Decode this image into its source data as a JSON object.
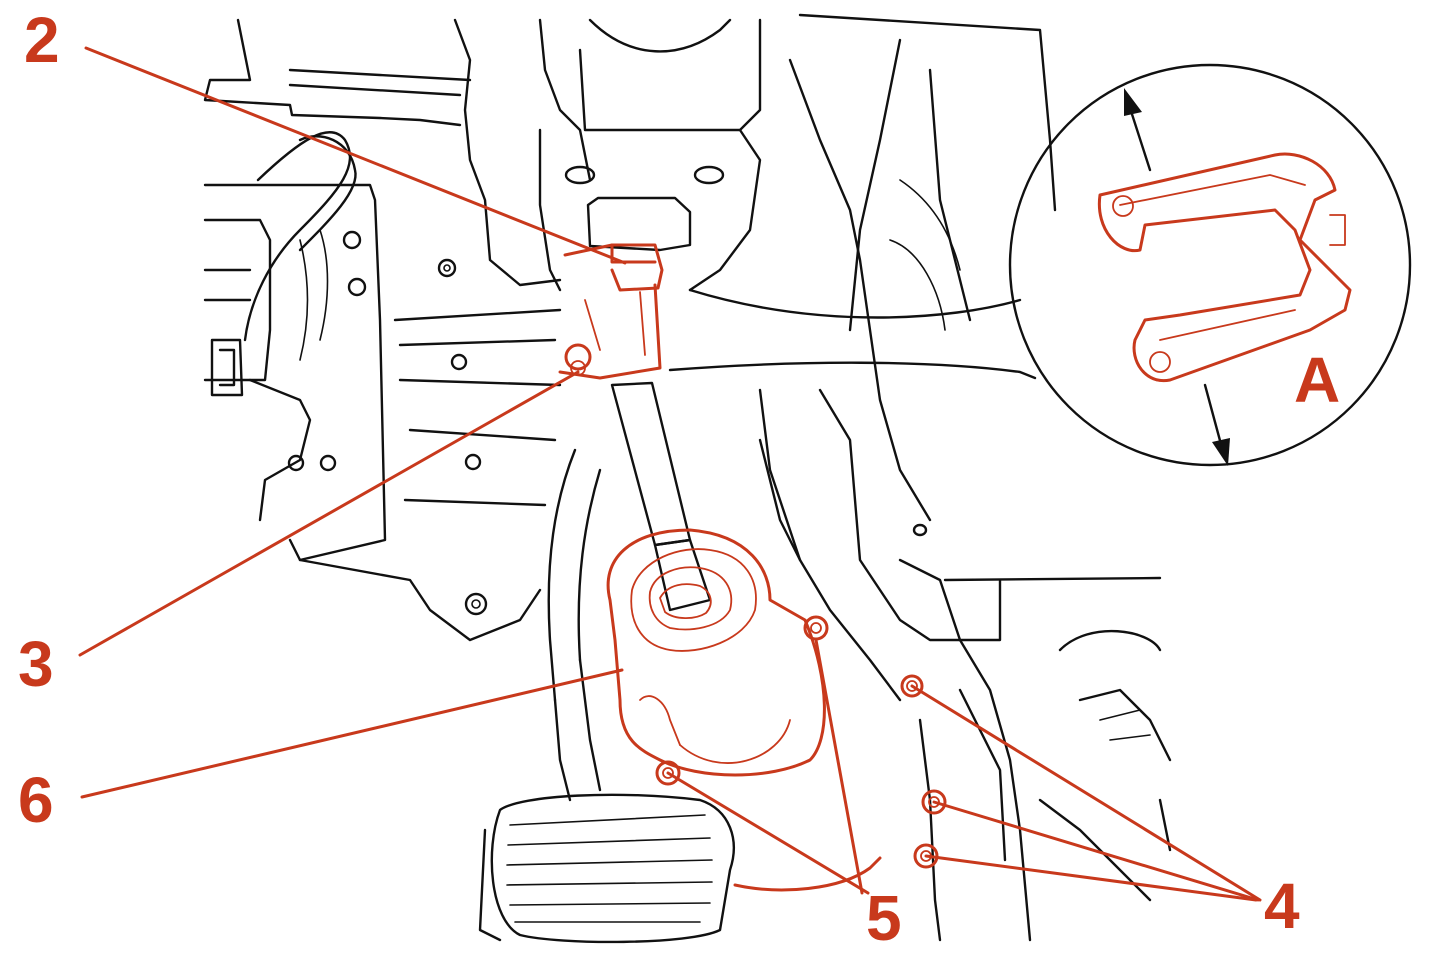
{
  "callouts": {
    "c2": "2",
    "c3": "3",
    "c4": "4",
    "c5": "5",
    "c6": "6",
    "detail": "A"
  },
  "colors": {
    "highlight": "#c8391c",
    "line": "#111111",
    "background": "#ffffff"
  }
}
